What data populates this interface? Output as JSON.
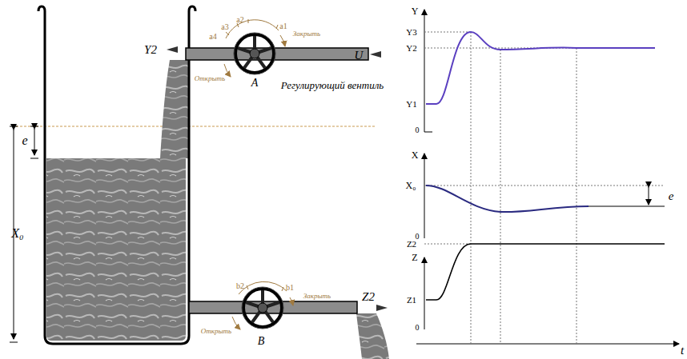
{
  "diagram": {
    "labels": [
      "Y2",
      "U",
      "a4",
      "a3",
      "a2",
      "a1",
      "Закрыть",
      "Открыть",
      "A",
      "Регулирующий вентиль",
      "e",
      "X₀",
      "b2",
      "b1",
      "Закрыть",
      "Открыть",
      "B",
      "Z2",
      "Y",
      "Y3",
      "Y2",
      "Y1",
      "0",
      "X",
      "X₀",
      "e",
      "0",
      "Z",
      "Z2",
      "Z1",
      "0",
      "t"
    ]
  }
}
